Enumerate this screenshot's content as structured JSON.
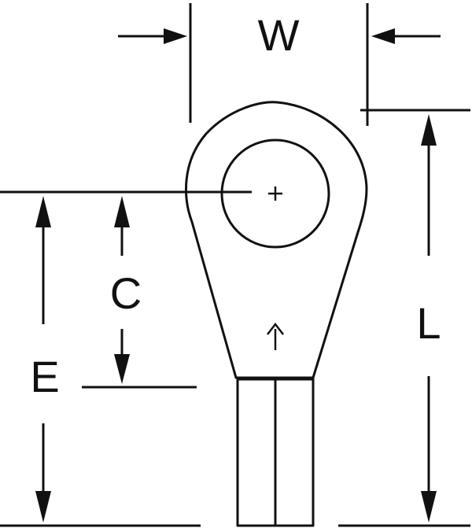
{
  "diagram": {
    "labels": {
      "width": "W",
      "length": "L",
      "center_to_end": "C",
      "center_to_tongue_end": "E"
    },
    "colors": {
      "line": "#111111",
      "background": "#ffffff"
    }
  }
}
